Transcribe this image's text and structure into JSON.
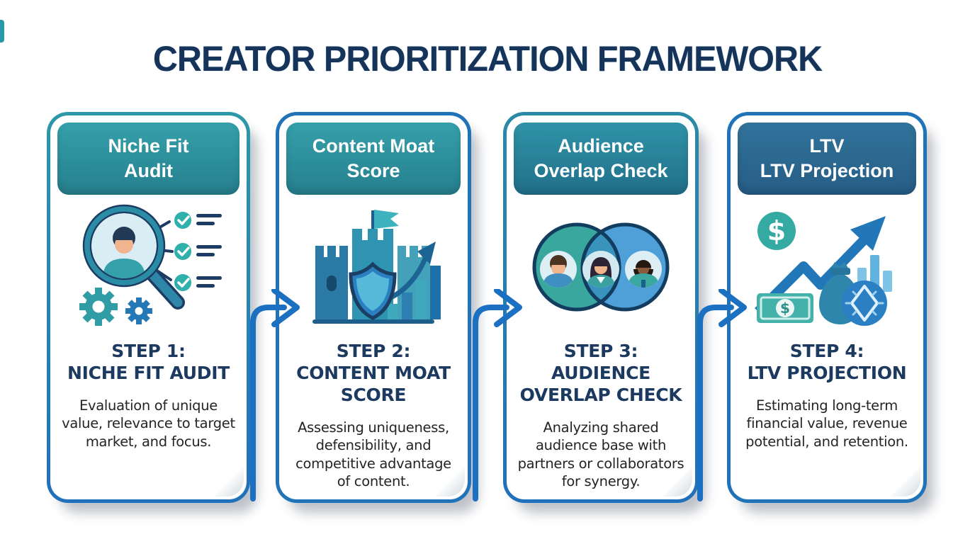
{
  "title": "CREATOR PRIORITIZATION FRAMEWORK",
  "colors": {
    "background": "#FFFFFF",
    "title_navy": "#16335A",
    "card_border_blue": "#2173B8",
    "card_border_teal": "#2C98A8",
    "header_teal": "#2E96A5",
    "header_steel_blue": "#2D6E96",
    "step_title_navy": "#1C3A60",
    "body_text": "#242424",
    "arrow_blue": "#1B70C2"
  },
  "arrow_icon": "flow-arrow-right-icon",
  "cards": [
    {
      "header": "Niche Fit\nAudit",
      "icon": "magnifier-profile-checklist-gears-icon",
      "step_title": "STEP 1:\nNICHE FIT AUDIT",
      "description": "Evaluation of unique\nvalue, relevance to target\nmarket, and focus."
    },
    {
      "header": "Content Moat\nScore",
      "icon": "castle-shield-growth-chart-icon",
      "step_title": "STEP 2:\nCONTENT MOAT\nSCORE",
      "description": "Assessing uniqueness,\ndefensibility, and\ncompetitive advantage\nof content."
    },
    {
      "header": "Audience\nOverlap Check",
      "icon": "venn-diagram-audience-icon",
      "step_title": "STEP 3:\nAUDIENCE\nOVERLAP CHECK",
      "description": "Analyzing shared\naudience base with\npartners or collaborators\nfor synergy."
    },
    {
      "header": "LTV\nLTV Projection",
      "icon": "money-growth-projection-icon",
      "step_title": "STEP 4:\nLTV PROJECTION",
      "description": "Estimating long-term\nfinancial value, revenue\npotential, and retention."
    }
  ]
}
